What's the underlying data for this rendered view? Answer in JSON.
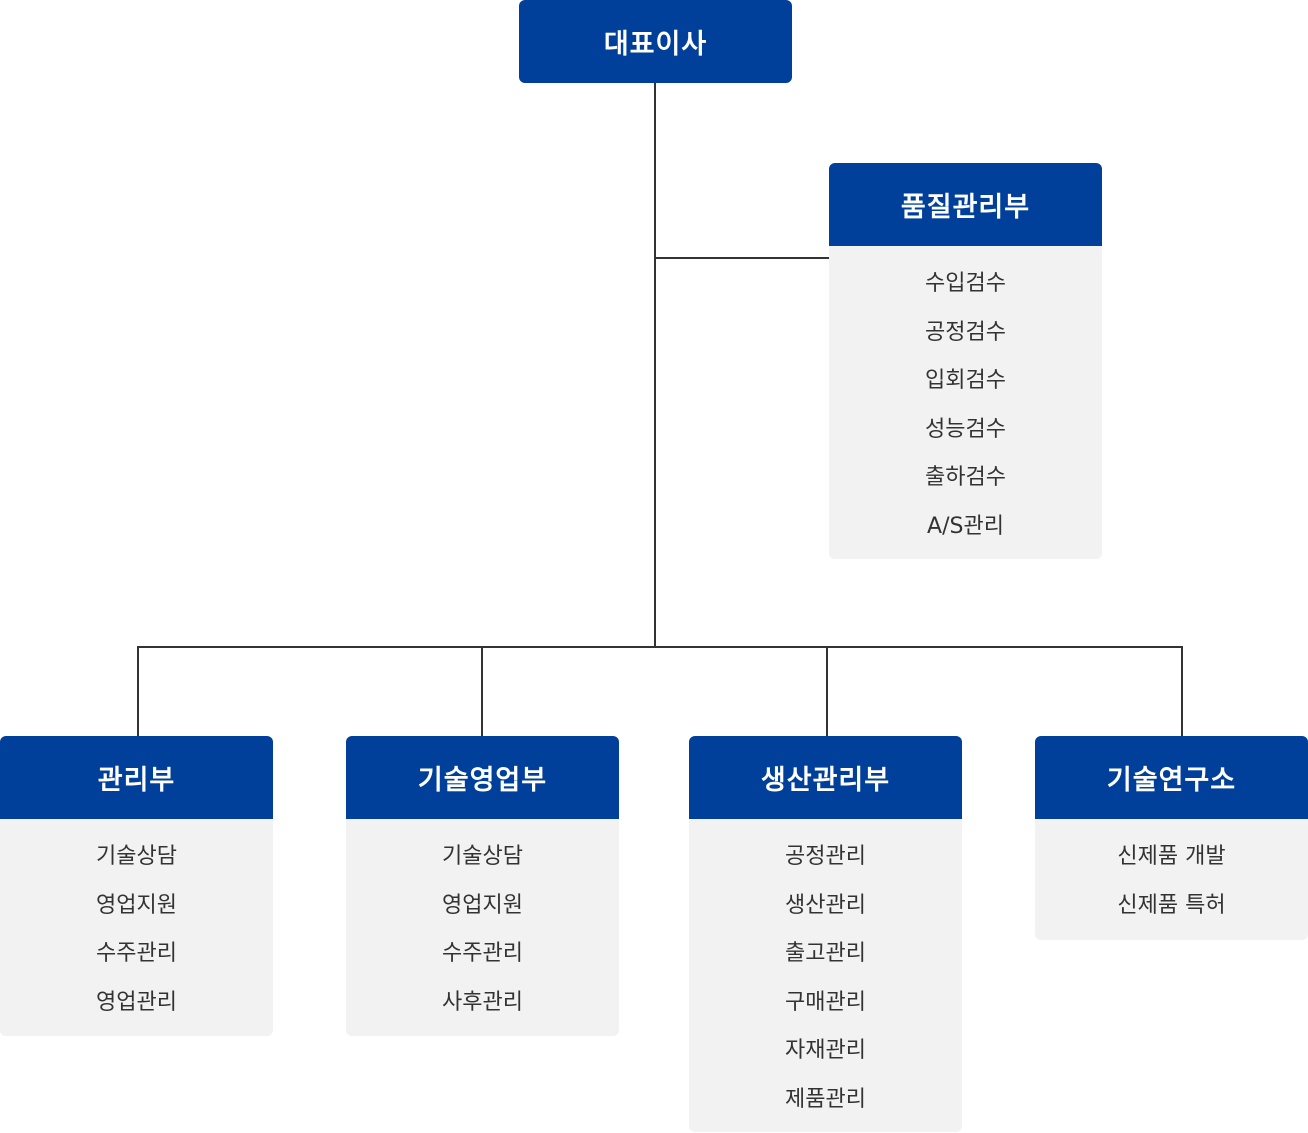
{
  "ceo": {
    "label": "대표이사"
  },
  "departments": {
    "quality": {
      "label": "품질관리부",
      "items": [
        "수입검수",
        "공정검수",
        "입회검수",
        "성능검수",
        "출하검수",
        "A/S관리"
      ]
    },
    "admin": {
      "label": "관리부",
      "items": [
        "기술상담",
        "영업지원",
        "수주관리",
        "영업관리"
      ]
    },
    "tech_sales": {
      "label": "기술영업부",
      "items": [
        "기술상담",
        "영업지원",
        "수주관리",
        "사후관리"
      ]
    },
    "production": {
      "label": "생산관리부",
      "items": [
        "공정관리",
        "생산관리",
        "출고관리",
        "구매관리",
        "자재관리",
        "제품관리"
      ]
    },
    "rnd": {
      "label": "기술연구소",
      "items": [
        "신제품 개발",
        "신제품 특허"
      ]
    }
  },
  "colors": {
    "header_blue": "#00409a",
    "panel_gray": "#f2f2f2",
    "line": "#333333",
    "text": "#333333"
  }
}
